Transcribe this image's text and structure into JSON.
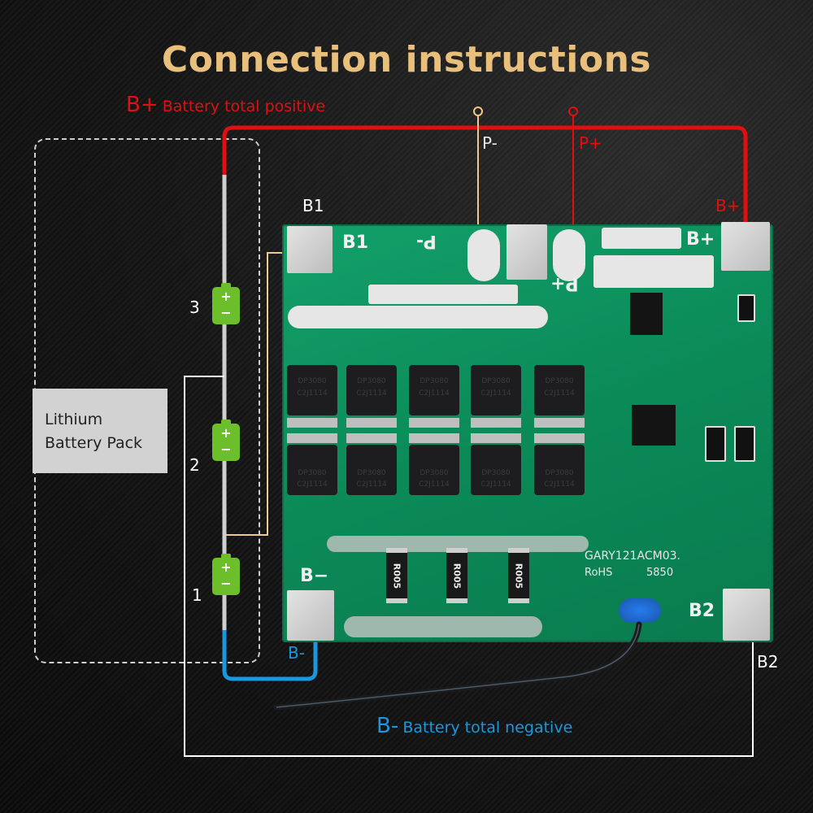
{
  "title": "Connection instructions",
  "labels": {
    "bplus_main": {
      "symbol": "B+",
      "text": "Battery total positive"
    },
    "bminus_main": {
      "symbol": "B-",
      "text": "Battery total negative"
    },
    "p_minus": "P-",
    "p_plus": "P+",
    "b1": "B1",
    "b_plus_side": "B+",
    "b_minus_side": "B-",
    "b2_side": "B2"
  },
  "battery_pack": {
    "label_line1": "Lithium",
    "label_line2": "Battery Pack",
    "cells": [
      {
        "number": "3",
        "plus": "+",
        "minus": "−"
      },
      {
        "number": "2",
        "plus": "+",
        "minus": "−"
      },
      {
        "number": "1",
        "plus": "+",
        "minus": "−"
      }
    ]
  },
  "pcb": {
    "silk_b1": "B1",
    "silk_p_minus": "P-",
    "silk_p_plus": "P+",
    "silk_b_plus": "B+",
    "silk_b_minus": "B−",
    "silk_b2": "B2",
    "mosfet_marking_1": "DP3080",
    "mosfet_marking_2": "C2J1114",
    "shunt_resistors": [
      "R005",
      "R005",
      "R005"
    ],
    "model": "GARY121ACM03.",
    "rohs": "RoHS",
    "code": "5850"
  },
  "colors": {
    "title": "#e9bf7c",
    "b_plus": "#e10f10",
    "b_minus": "#1b97dd",
    "p_minus_wire": "#f0c98a",
    "cell": "#6cbf2a",
    "pcb": "#0f9463"
  }
}
